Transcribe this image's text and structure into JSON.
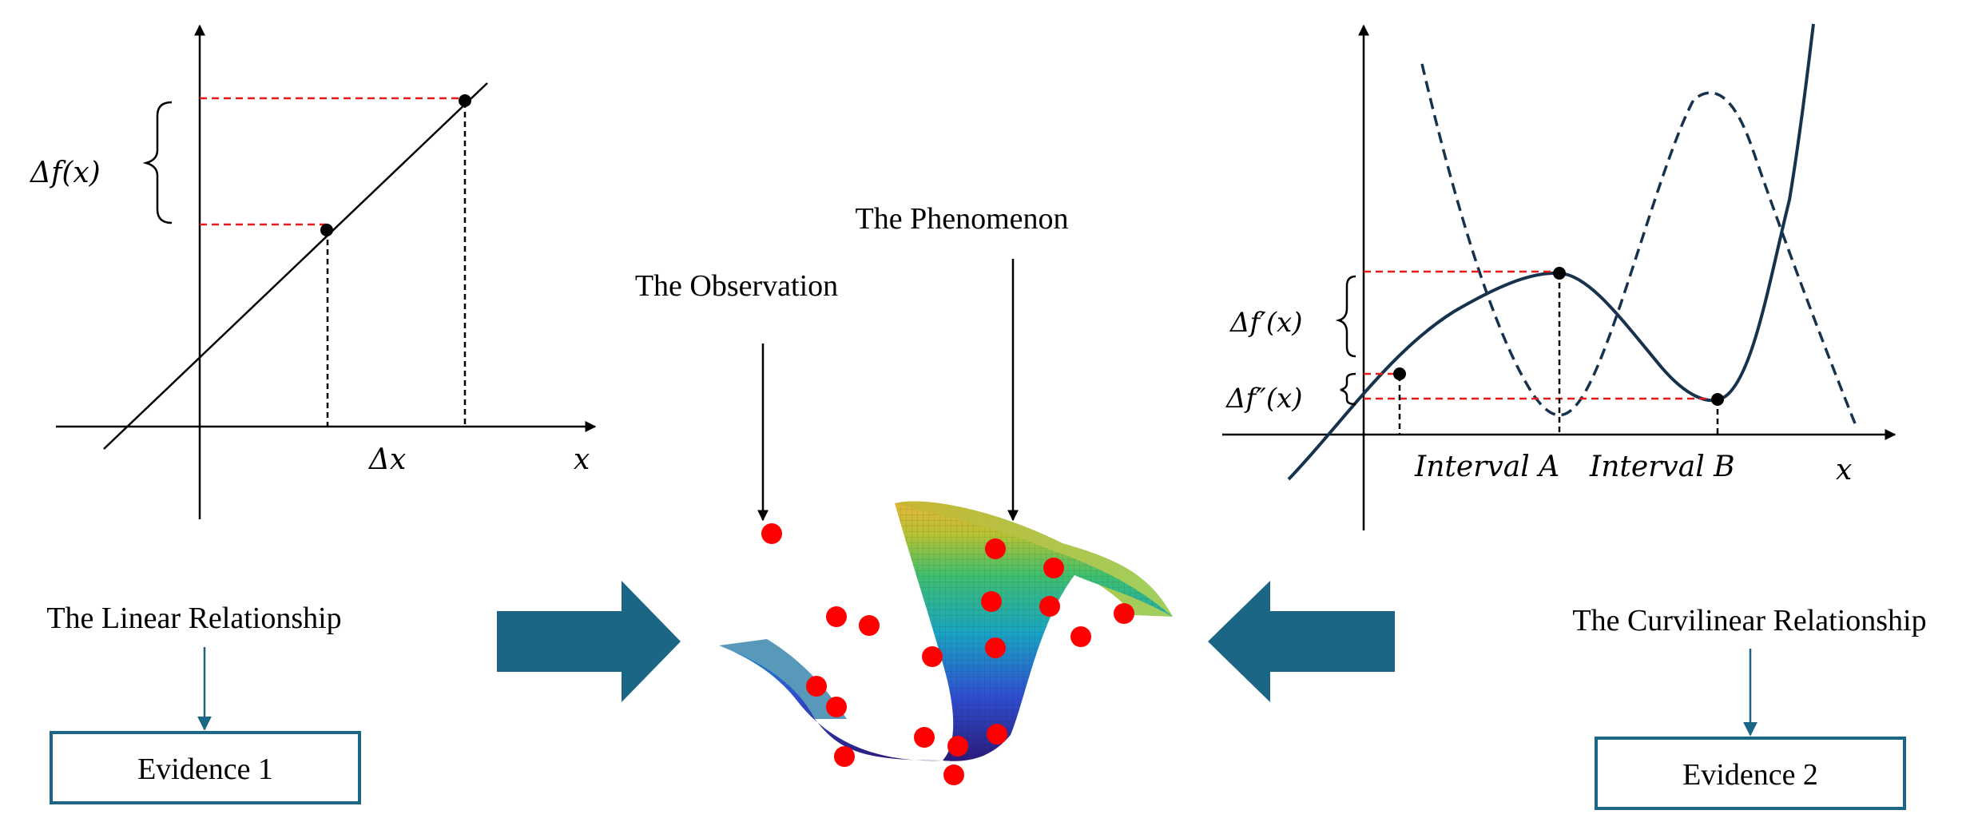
{
  "colors": {
    "axis": "#000000",
    "guide_red": "#e8191b",
    "curve": "#17324d",
    "arrow_blue": "#1b6585",
    "box_border": "#1b6585",
    "dot_red": "#ff0000",
    "dot_black": "#000000"
  },
  "left_panel": {
    "delta_f": "Δf(x)",
    "delta_x": "Δx",
    "x_axis": "x",
    "title": "The Linear Relationship",
    "evidence": "Evidence 1"
  },
  "center": {
    "observation": "The Observation",
    "phenomenon": "The Phenomenon"
  },
  "right_panel": {
    "delta_f1": "Δf′(x)",
    "delta_f2": "Δf″(x)",
    "interval_a": "Interval A",
    "interval_b": "Interval B",
    "x_axis": "x",
    "title": "The Curvilinear Relationship",
    "evidence": "Evidence 2"
  },
  "icons": [
    "left-block-arrow-icon",
    "right-block-arrow-icon",
    "down-arrow-icon",
    "surface-plot-icon"
  ]
}
